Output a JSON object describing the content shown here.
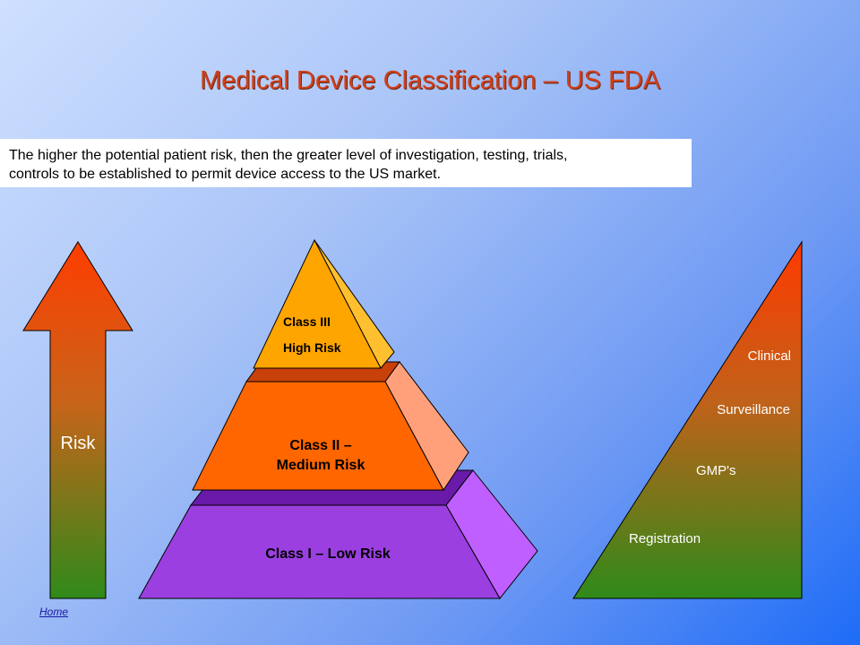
{
  "title": "Medical Device Classification – US FDA",
  "intro": {
    "line1": "The higher the potential patient risk, then the greater level of investigation, testing, trials,",
    "line2": "controls to be established to permit device access to the US market."
  },
  "risk_arrow": {
    "label": "Risk"
  },
  "pyramid": {
    "class3_line1": "Class III",
    "class3_line2": "High Risk",
    "class2_line1": "Class II –",
    "class2_line2": "Medium Risk",
    "class1": "Class I – Low Risk"
  },
  "requirements": {
    "clinical": "Clinical",
    "surveillance": "Surveillance",
    "gmps": "GMP's",
    "registration": "Registration"
  },
  "nav": {
    "home": "Home"
  },
  "colors": {
    "title": "#d0401a",
    "class3": "#ffa500",
    "class2": "#ff6600",
    "class1": "#9933cc"
  }
}
